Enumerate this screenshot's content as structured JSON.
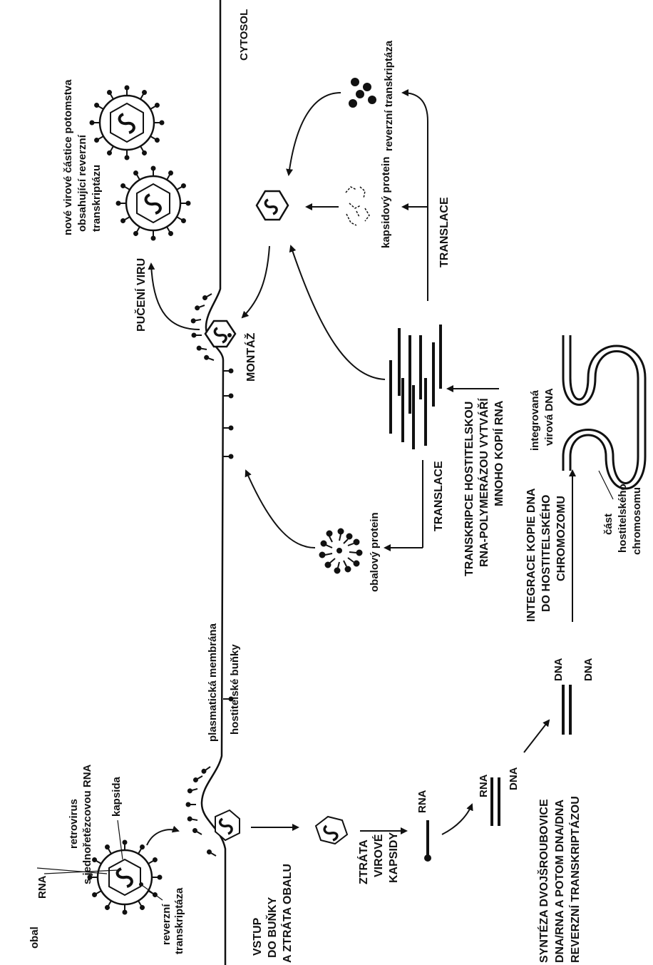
{
  "labels": {
    "cytosol": "CYTOSOL",
    "membrane_line1": "plasmatická membrána",
    "membrane_line2": "hostitelské buňky",
    "rna_top": "RNA",
    "retrovirus_line1": "retrovirus",
    "retrovirus_line2": "s jednořetězcovou RNA",
    "kapsida": "kapsida",
    "obal": "obal",
    "revtrans_line1": "reverzní",
    "revtrans_line2": "transkriptáza",
    "entry_line1": "VSTUP",
    "entry_line2": "DO BUŇKY",
    "entry_line3": "A ZTRÁTA OBALU",
    "uncoat_line1": "ZTRÁTA",
    "uncoat_line2": "VIROVÉ",
    "uncoat_line3": "KAPSIDY",
    "rna_single": "RNA",
    "hybrid_rna": "RNA",
    "hybrid_dna": "DNA",
    "ds_dna1": "DNA",
    "ds_dna2": "DNA",
    "synth_line1": "SYNTÉZA DVOJŠROUBOVICE",
    "synth_line2": "DNA/RNA A POTOM DNA/DNA",
    "synth_line3": "REVERZNÍ TRANSKRIPTÁZOU",
    "integ_line1": "INTEGRACE KOPIE DNA",
    "integ_line2": "DO HOSTITELSKÉHO",
    "integ_line3": "CHROMOZOMU",
    "chrom_line1": "část",
    "chrom_line2": "hostitelského",
    "chrom_line3": "chromosomu",
    "integrated_line1": "integrovaná",
    "integrated_line2": "virová DNA",
    "transcr_line1": "TRANSKRIPCE HOSTITELSKOU",
    "transcr_line2": "RNA-POLYMERÁZOU VYTVÁŘÍ",
    "transcr_line3": "MNOHO KOPIÍ RNA",
    "translace_low": "TRANSLACE",
    "translace_high": "TRANSLACE",
    "envelope_protein": "obalový protein",
    "capsid_protein": "kapsidový protein",
    "revtrans_right": "reverzní transkriptáza",
    "montaz": "MONTÁŽ",
    "budding": "PUČENÍ VIRU",
    "progeny_line1": "nové virové částice potomstva",
    "progeny_line2": "obsahující reverzní",
    "progeny_line3": "transkriptázu"
  }
}
